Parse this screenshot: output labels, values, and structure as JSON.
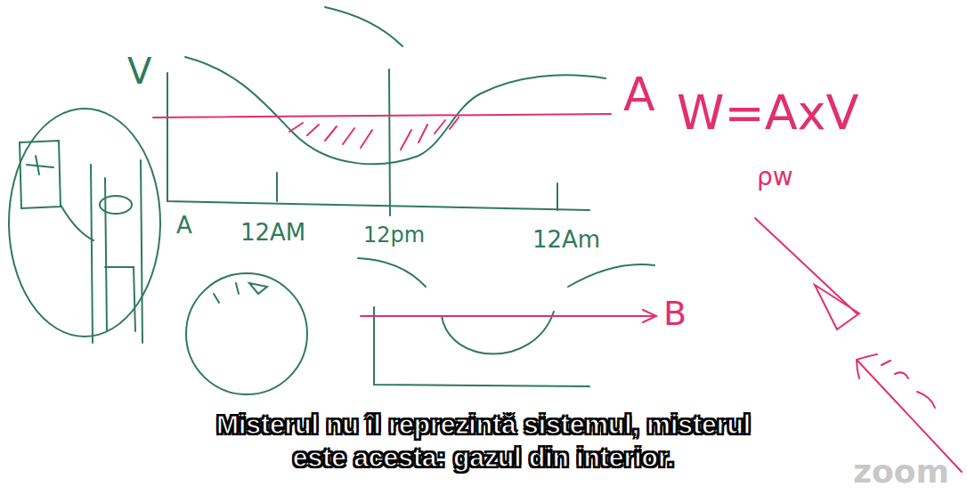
{
  "diagram": {
    "caption": "Misterul nu îl reprezintă sistemul, misterul este acesta: gazul din interior.",
    "labels": [
      "V",
      "A",
      "12AM",
      "12pm",
      "12Am",
      "A",
      "W=AxV",
      "ρw",
      "B",
      "zoom"
    ]
  }
}
